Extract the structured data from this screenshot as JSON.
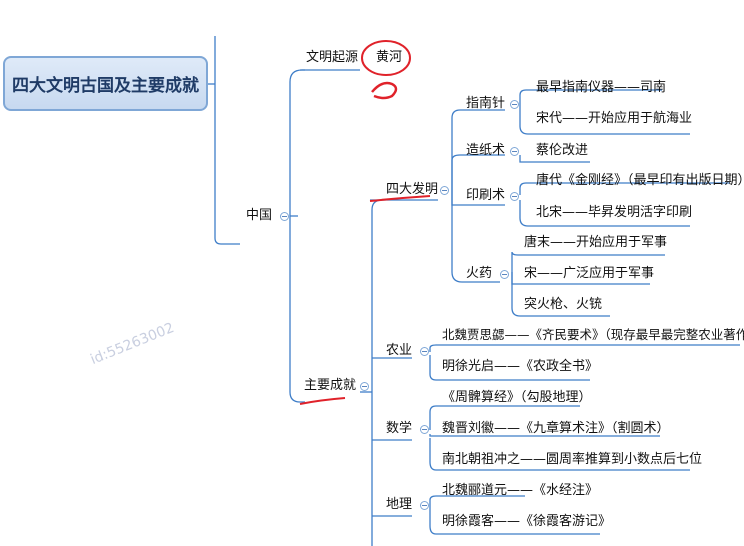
{
  "root": "四大文明古国及主要成就",
  "watermark": "id:55263002",
  "branches": {
    "country": "中国",
    "civilization_origin": "文明起源",
    "yellow_river": "黄河",
    "four_inventions": "四大发明",
    "main_achievements": "主要成就"
  },
  "inventions": {
    "compass": "指南针",
    "compass_items": [
      "最早指南仪器——司南",
      "宋代——开始应用于航海业"
    ],
    "papermaking": "造纸术",
    "papermaking_items": [
      "蔡伦改进"
    ],
    "printing": "印刷术",
    "printing_items": [
      "唐代《金刚经》（最早印有出版日期）",
      "北宋——毕昇发明活字印刷"
    ],
    "gunpowder": "火药",
    "gunpowder_items": [
      "唐末——开始应用于军事",
      "宋——广泛应用于军事",
      "突火枪、火铳"
    ]
  },
  "achievements": {
    "agriculture": "农业",
    "agriculture_items": [
      "北魏贾思勰——《齐民要术》（现存最早最完整农业著作）",
      "明徐光启——《农政全书》"
    ],
    "math": "数学",
    "math_items": [
      "《周髀算经》（勾股地理）",
      "魏晋刘徽——《九章算术注》（割圆术）",
      "南北朝祖冲之——圆周率推算到小数点后七位"
    ],
    "geography": "地理",
    "geography_items": [
      "北魏郦道元——《水经注》",
      "明徐霞客——《徐霞客游记》"
    ]
  },
  "colors": {
    "line": "#3f7ec8",
    "annotation": "#e0222a",
    "root_border": "#7fa7d6"
  }
}
